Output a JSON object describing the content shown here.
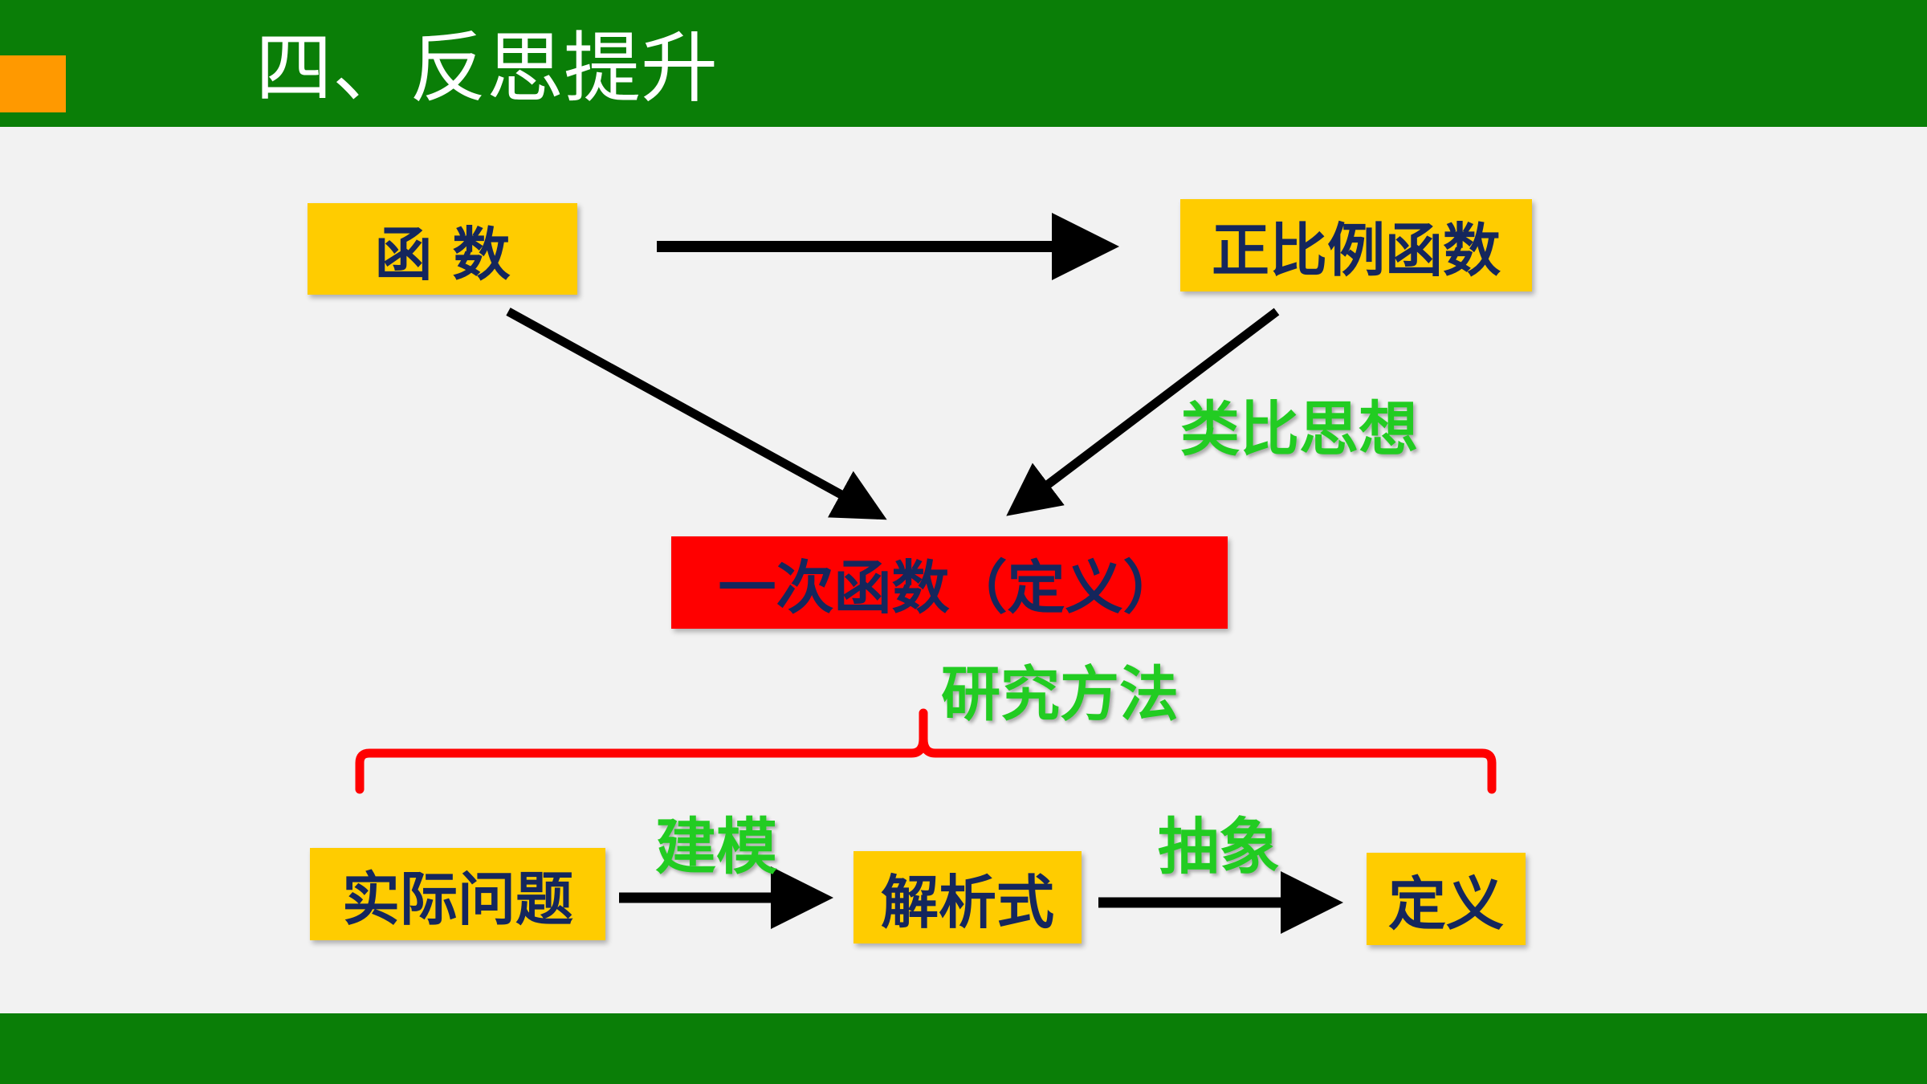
{
  "slide": {
    "title": "四、反思提升"
  },
  "boxes": {
    "function": "函 数",
    "proportional": "正比例函数",
    "linear": "一次函数（定义）",
    "real_problem": "实际问题",
    "expression": "解析式",
    "definition": "定义"
  },
  "labels": {
    "analogy": "类比思想",
    "method": "研究方法",
    "modeling": "建模",
    "abstraction": "抽象"
  },
  "colors": {
    "header_green": "#0a7e07",
    "accent_orange": "#ff9900",
    "box_yellow": "#ffcc00",
    "box_red": "#ff0000",
    "box_text_navy": "#14265c",
    "label_green": "#22cc22",
    "brace_red": "#ff0000"
  }
}
